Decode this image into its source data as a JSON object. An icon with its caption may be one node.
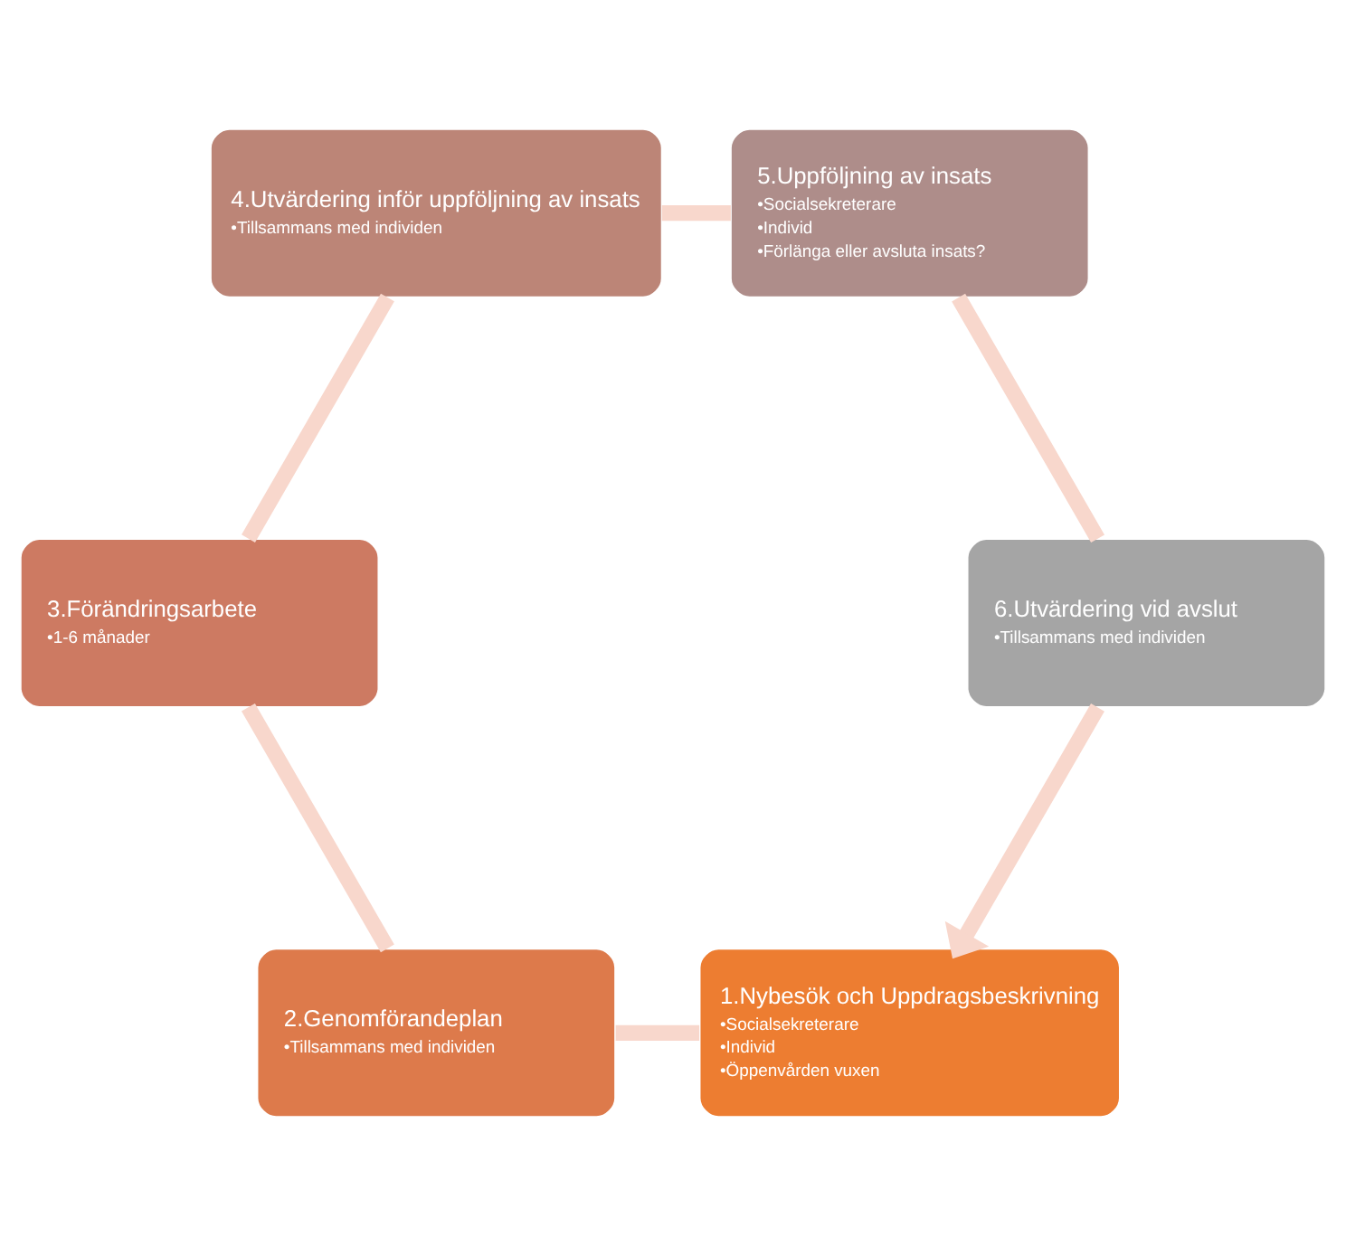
{
  "diagram": {
    "nodes": [
      {
        "text": [
          "1.Nybesök och Uppdragsbeskrivning",
          "•Socialsekreterare",
          "•Individ",
          "•Öppenvården vuxen"
        ]
      },
      {
        "text": [
          "2.Genomförandeplan",
          "•Tillsammans med individen"
        ]
      },
      {
        "text": [
          "3.Förändringsarbete",
          "•1-6 månader"
        ]
      },
      {
        "text": [
          "4.Utvärdering inför uppföljning av insats",
          "•Tillsammans med individen"
        ]
      },
      {
        "text": [
          "5.Uppföljning av insats",
          "•Socialsekreterare",
          "•Individ",
          "•Förlänga eller avsluta insats?"
        ]
      },
      {
        "text": [
          "6.Utvärdering vid avslut",
          "•Tillsammans med individen"
        ]
      }
    ],
    "edges": [
      {
        "from": 0,
        "to": 1,
        "arrow": "none"
      },
      {
        "from": 1,
        "to": 2,
        "arrow": "none"
      },
      {
        "from": 2,
        "to": 3,
        "arrow": "none"
      },
      {
        "from": 3,
        "to": 4,
        "arrow": "none"
      },
      {
        "from": 4,
        "to": 5,
        "arrow": "none"
      },
      {
        "from": 5,
        "to": 0,
        "arrow": "to"
      }
    ]
  }
}
